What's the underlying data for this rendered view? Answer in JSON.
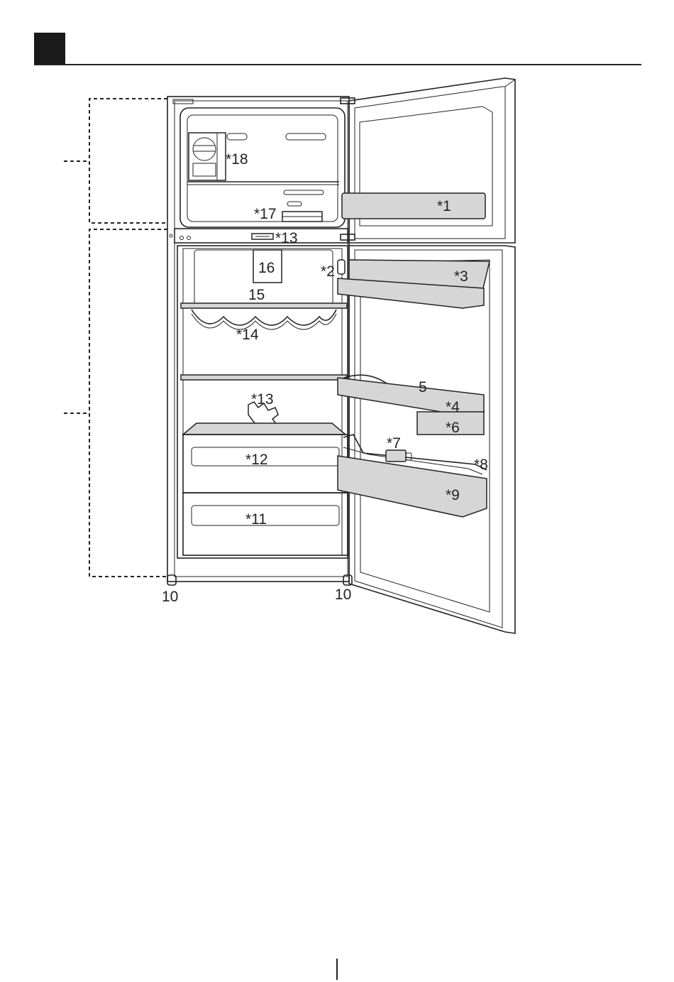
{
  "labels": {
    "l1": "*1",
    "l2": "*2",
    "l3": "*3",
    "l4": "*4",
    "l5": "5",
    "l6": "*6",
    "l7": "*7",
    "l8": "*8",
    "l9": "*9",
    "l10a": "10",
    "l10b": "10",
    "l11": "*11",
    "l12": "*12",
    "l13a": "*13",
    "l13b": "*13",
    "l14": "*14",
    "l15": "15",
    "l16": "16",
    "l17": "*17",
    "l18": "*18"
  },
  "colors": {
    "part_fill": "#d6d6d6",
    "header_block": "#1a1a1a"
  }
}
